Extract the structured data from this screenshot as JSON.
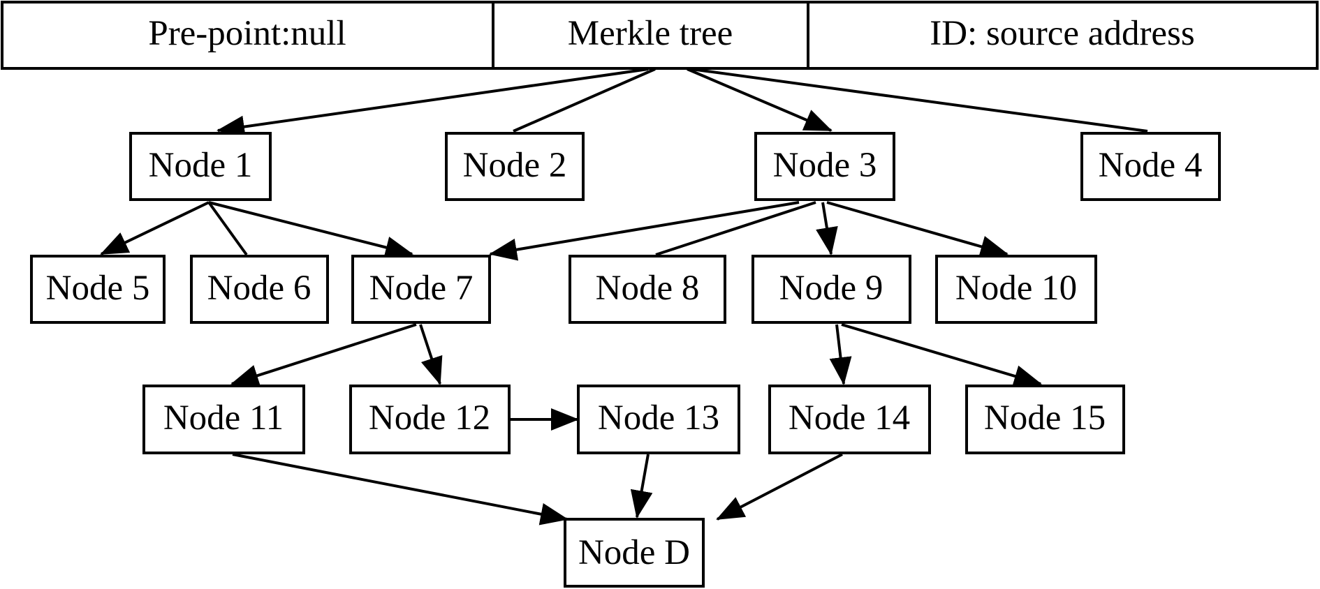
{
  "header": {
    "cells": [
      {
        "id": "pre-point",
        "label": "Pre-point:null"
      },
      {
        "id": "merkle-tree",
        "label": "Merkle tree"
      },
      {
        "id": "id",
        "label": "ID: source address"
      }
    ]
  },
  "nodes": [
    {
      "id": "n1",
      "label": "Node 1"
    },
    {
      "id": "n2",
      "label": "Node 2"
    },
    {
      "id": "n3",
      "label": "Node 3"
    },
    {
      "id": "n4",
      "label": "Node 4"
    },
    {
      "id": "n5",
      "label": "Node 5"
    },
    {
      "id": "n6",
      "label": "Node 6"
    },
    {
      "id": "n7",
      "label": "Node 7"
    },
    {
      "id": "n8",
      "label": "Node 8"
    },
    {
      "id": "n9",
      "label": "Node 9"
    },
    {
      "id": "n10",
      "label": "Node 10"
    },
    {
      "id": "n11",
      "label": "Node 11"
    },
    {
      "id": "n12",
      "label": "Node 12"
    },
    {
      "id": "n13",
      "label": "Node 13"
    },
    {
      "id": "n14",
      "label": "Node 14"
    },
    {
      "id": "n15",
      "label": "Node 15"
    },
    {
      "id": "nD",
      "label": "Node D"
    }
  ],
  "edges": [
    {
      "from": "merkle-tree",
      "to": "n1",
      "arrow": true
    },
    {
      "from": "merkle-tree",
      "to": "n2",
      "arrow": false
    },
    {
      "from": "merkle-tree",
      "to": "n3",
      "arrow": true
    },
    {
      "from": "merkle-tree",
      "to": "n4",
      "arrow": false
    },
    {
      "from": "n1",
      "to": "n5",
      "arrow": true
    },
    {
      "from": "n1",
      "to": "n6",
      "arrow": false
    },
    {
      "from": "n1",
      "to": "n7",
      "arrow": true
    },
    {
      "from": "n3",
      "to": "n7",
      "arrow": true
    },
    {
      "from": "n3",
      "to": "n8",
      "arrow": false
    },
    {
      "from": "n3",
      "to": "n9",
      "arrow": true
    },
    {
      "from": "n3",
      "to": "n10",
      "arrow": true
    },
    {
      "from": "n7",
      "to": "n11",
      "arrow": true
    },
    {
      "from": "n7",
      "to": "n12",
      "arrow": true
    },
    {
      "from": "n12",
      "to": "n13",
      "arrow": true
    },
    {
      "from": "n9",
      "to": "n14",
      "arrow": true
    },
    {
      "from": "n9",
      "to": "n15",
      "arrow": true
    },
    {
      "from": "n11",
      "to": "nD",
      "arrow": true
    },
    {
      "from": "n13",
      "to": "nD",
      "arrow": true
    },
    {
      "from": "n14",
      "to": "nD",
      "arrow": true
    }
  ]
}
